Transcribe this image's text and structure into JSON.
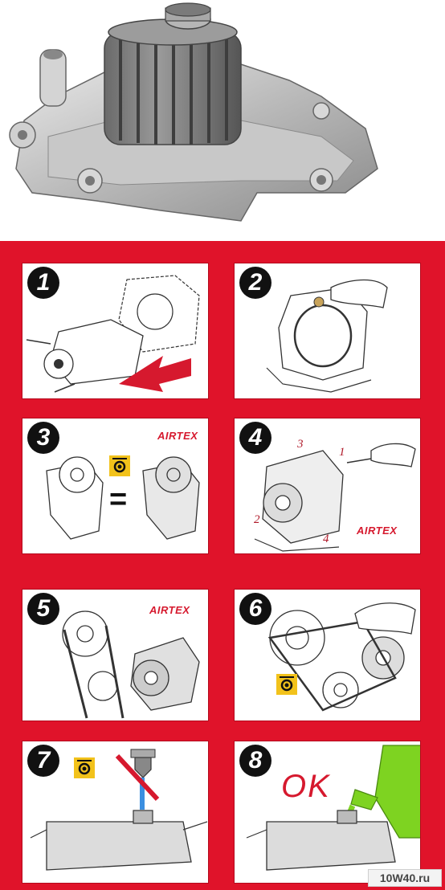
{
  "steps": [
    {
      "number": "1"
    },
    {
      "number": "2"
    },
    {
      "number": "3",
      "brand": "AIRTEX",
      "icon": "warning-glasses-icon"
    },
    {
      "number": "4",
      "brand": "AIRTEX",
      "sequence": [
        "1",
        "2",
        "3",
        "4"
      ]
    },
    {
      "number": "5",
      "brand": "AIRTEX"
    },
    {
      "number": "6",
      "icon": "warning-glasses-icon"
    },
    {
      "number": "7",
      "icon": "warning-glasses-icon"
    },
    {
      "number": "8",
      "label": "OK"
    }
  ],
  "equals_sign": "=",
  "watermark": "10W40.ru",
  "colors": {
    "background_red": "#e0132a",
    "brand_red": "#d6192e",
    "warning_yellow": "#f2c21b",
    "coolant_green": "#7ed321",
    "water_blue": "#3b8fe0"
  }
}
